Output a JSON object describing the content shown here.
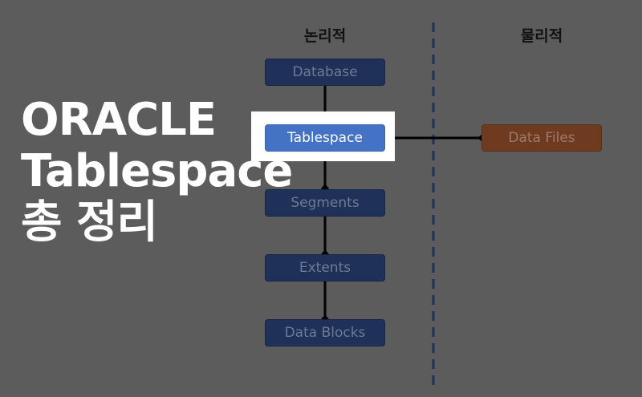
{
  "title": {
    "line1": "ORACLE",
    "line2": "Tablespace",
    "line3": "총 정리"
  },
  "columns": {
    "logical": "논리적",
    "physical": "물리적"
  },
  "logical_nodes": [
    "Database",
    "Tablespace",
    "Segments",
    "Extents",
    "Data Blocks"
  ],
  "physical_nodes": [
    "Data Files"
  ],
  "colors": {
    "background": "#5c5c5c",
    "logical_node": "#1f3158",
    "active_node": "#4472c4",
    "physical_node": "#6e3a20",
    "divider": "#1f3158"
  }
}
